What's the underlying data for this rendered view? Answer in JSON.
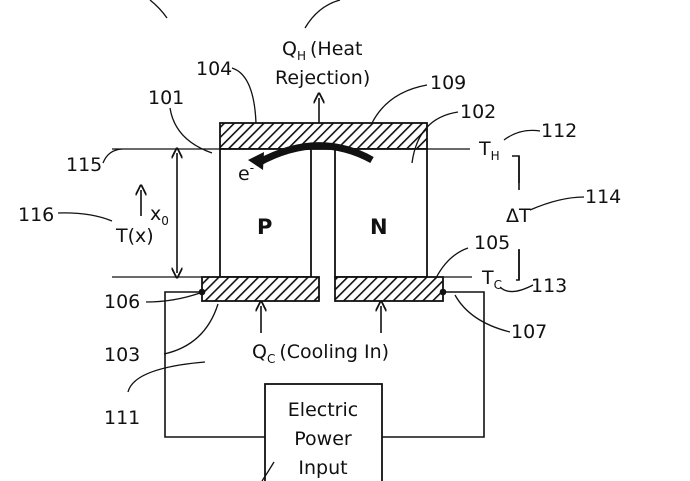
{
  "labels": {
    "qh_symbol": "Q",
    "qh_sub": "H",
    "qh_desc": "(Heat",
    "qh_desc2": "Rejection)",
    "qc_symbol": "Q",
    "qc_sub": "C",
    "qc_desc": "(Cooling In)",
    "p_leg": "P",
    "n_leg": "N",
    "electron": "e",
    "electron_sup": "-",
    "th_symbol": "T",
    "th_sub": "H",
    "tc_symbol": "T",
    "tc_sub": "C",
    "delta_t": "ΔT",
    "tx": "T(x)",
    "x0_symbol": "x",
    "x0_sub": "0",
    "power_line1": "Electric",
    "power_line2": "Power",
    "power_line3": "Input"
  },
  "refs": {
    "r101": "101",
    "r102": "102",
    "r103": "103",
    "r104": "104",
    "r105": "105",
    "r106": "106",
    "r107": "107",
    "r109": "109",
    "r111": "111",
    "r112": "112",
    "r113": "113",
    "r114": "114",
    "r115": "115",
    "r116": "116"
  }
}
